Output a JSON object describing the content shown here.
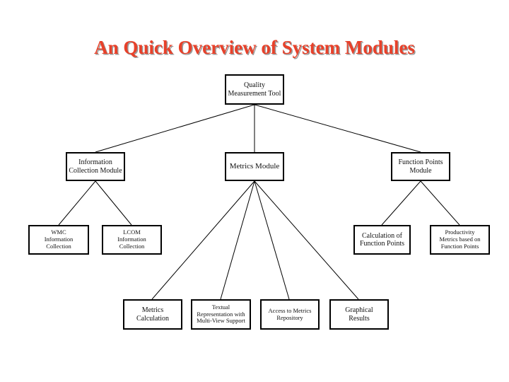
{
  "title": "An Quick Overview of System Modules",
  "nodes": {
    "root": "Quality\nMeasurement Tool",
    "info": "Information\nCollection Module",
    "metrics": "Metrics Module",
    "fp": "Function Points\nModule",
    "wmc": "WMC\nInformation\nCollection",
    "lcom": "LCOM\nInformation\nCollection",
    "calcfp": "Calculation of\nFunction Points",
    "prod": "Productivity\nMetrics based on\nFunction Points",
    "mcalc": "Metrics\nCalculation",
    "textual": "Textual\nRepresentation with\nMulti-View Support",
    "access": "Access to Metrics\nRepository",
    "graph": "Graphical\nResults"
  },
  "colors": {
    "title": "#e8412a",
    "lines": "#000000"
  }
}
